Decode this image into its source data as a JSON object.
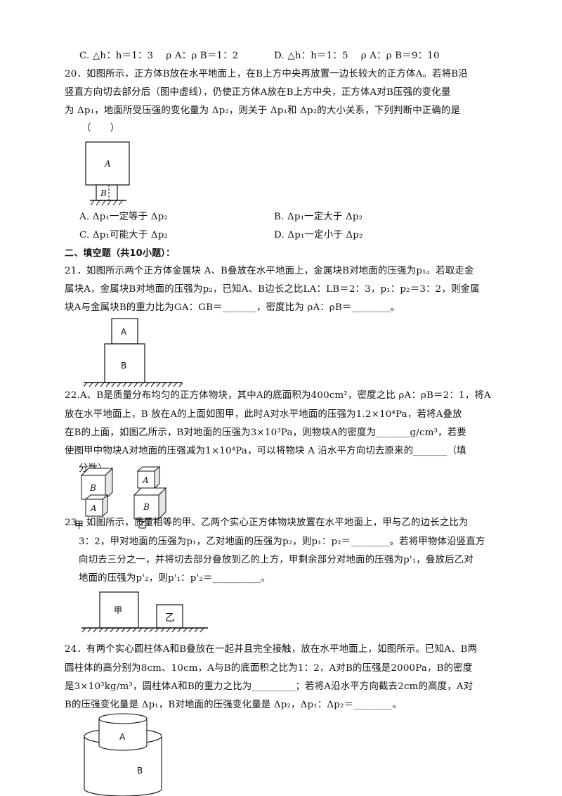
{
  "q19": {
    "opt_c": "C. △h：h＝1：3　 ρ A：ρ B＝1：2",
    "opt_d": "D. △h：h＝1：5　 ρ A：ρ B＝9：10"
  },
  "q20": {
    "line1": "20．如图所示，正方体B放在水平地面上，在B上方中央再放置一边长较大的正方体A。若将B沿",
    "line2": "竖直方向切去部分后（图中虚线），仍使正方体A放在B上方中央，正方体A对B压强的变化量",
    "line3": "为 Δp₁，地面所受压强的变化量为 Δp₂，则关于 Δp₁和 Δp₂的大小关系，下列判断中正确的是",
    "line4": "（　　）",
    "fig": {
      "label_a": "A",
      "label_b": "B"
    },
    "opt_a": "A. Δp₁一定等于 Δp₂",
    "opt_b": "B. Δp₁一定大于 Δp₂",
    "opt_c": "C. Δp₁可能大于 Δp₂",
    "opt_d": "D. Δp₁一定小于 Δp₂"
  },
  "section2": {
    "heading": "二、填空题（共10小题）："
  },
  "q21": {
    "line1": "21．如图所示两个正方体金属块 A、B叠放在水平地面上，金属块B对地面的压强为p₁。若取走金",
    "line2": "属块A，金属块B对地面的压强为p₂，已知A、B边长之比LA：LB＝2：3，p₁：p₂＝3：2，则金属",
    "line3": "块A与金属块B的重力比为GA：GB＝_______，密度比为 ρA：ρB＝________。",
    "fig": {
      "label_a": "A",
      "label_b": "B"
    }
  },
  "q22": {
    "line1": "22.A、B是质量分布均匀的正方体物块，其中A的底面积为400cm²，密度之比 ρA：ρB＝2：1，将A",
    "line2": "放在水平地面上，B 放在A的上面如图甲，此时A对水平地面的压强为1.2×10⁴Pa，若将A叠放",
    "line3": "在B的上面，如图乙所示，B对地面的压强为3×10³Pa，则物块A的密度为_______g/cm³，若要",
    "line4": "使图甲中物块A对地面的压强减为1×10⁴Pa，可以将物块 A 沿水平方向切去原来的_______（填",
    "line5": "分数）",
    "fig": {
      "jia_top": "B",
      "jia_bottom": "A",
      "jia_caption": "甲",
      "yi_top": "A",
      "yi_bottom": "B",
      "yi_caption": "乙"
    }
  },
  "q23": {
    "line1": "23．如图所示，质量相等的甲、乙两个实心正方体物块放置在水平地面上，甲与乙的边长之比为",
    "line2": "3：2，甲对地面的压强为p₁，乙对地面的压强为p₂，则p₁：p₂＝________。若将甲物体沿竖直方",
    "line3": "向切去三分之一，并将切去部分叠放到乙的上方，甲剩余部分对地面的压强为p'₁，叠放后乙对",
    "line4": "地面的压强为p'₂，则p'₁：p'₂＝__________。",
    "fig": {
      "label_jia": "甲",
      "label_yi": "乙"
    }
  },
  "q24": {
    "line1": "24．有两个实心圆柱体A和B叠放在一起并且完全接触，放在水平地面上，如图所示。已知A、B两",
    "line2": "圆柱体的高分别为8cm、10cm，A与B的底面积之比为1：2，A对B的压强是2000Pa，B的密度",
    "line3": "是3×10³kg/m³，圆柱体A和B的重力之比为_________；若将A沿水平方向截去2cm的高度，A对",
    "line4": "B的压强变化量是 Δp₁，B对地面的压强变化量是 Δp₂，Δp₁：Δp₂＝________。",
    "fig": {
      "label_a": "A",
      "label_b": "B"
    }
  }
}
